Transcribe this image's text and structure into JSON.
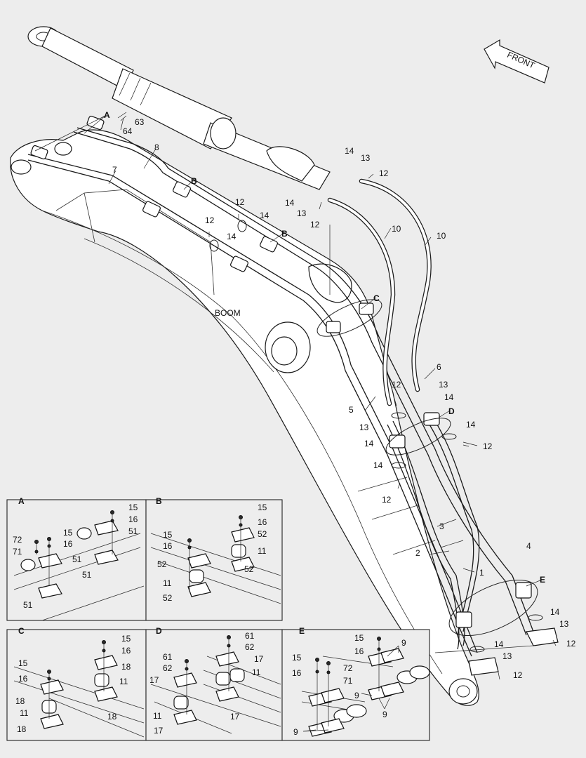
{
  "front_arrow": {
    "text": "FRONT"
  },
  "boom_label": "BOOM",
  "detail_markers": {
    "a": "A",
    "b1": "B",
    "b2": "B",
    "c": "C",
    "d": "D",
    "e": "E"
  },
  "main_callouts": {
    "c63": "63",
    "c64": "64",
    "c8": "8",
    "c7": "7",
    "c14a": "14",
    "c13a": "13",
    "c12a": "12",
    "c14b": "14",
    "c13b": "13",
    "c12b": "12",
    "c10a": "10",
    "c10b": "10",
    "c12c": "12",
    "c14c": "14",
    "c12d": "12",
    "c14d": "14",
    "c6": "6",
    "c12e": "12",
    "c13c": "13",
    "c14e": "14",
    "c5": "5",
    "c13d": "13",
    "c14f": "14",
    "c14g": "14",
    "c12f": "12",
    "c14h": "14",
    "c12g": "12",
    "c3": "3",
    "c4": "4",
    "c2": "2",
    "c1": "1",
    "c14i": "14",
    "c13e": "13",
    "c12h": "12",
    "c14j": "14",
    "c13f": "13",
    "c12i": "12"
  },
  "panels": {
    "a": {
      "title": "A",
      "labels": [
        "15",
        "16",
        "51",
        "72",
        "15",
        "16",
        "71",
        "51",
        "51",
        "51"
      ]
    },
    "b": {
      "title": "B",
      "labels": [
        "15",
        "16",
        "52",
        "15",
        "16",
        "11",
        "52",
        "52",
        "11",
        "52"
      ]
    },
    "c": {
      "title": "C",
      "labels": [
        "15",
        "16",
        "18",
        "11",
        "15",
        "16",
        "18",
        "11",
        "18",
        "18"
      ]
    },
    "d": {
      "title": "D",
      "labels": [
        "61",
        "62",
        "17",
        "61",
        "62",
        "11",
        "17",
        "11",
        "17",
        "17"
      ]
    },
    "e": {
      "title": "E",
      "labels": [
        "15",
        "16",
        "9",
        "15",
        "72",
        "16",
        "71",
        "9",
        "9",
        "9"
      ]
    }
  }
}
